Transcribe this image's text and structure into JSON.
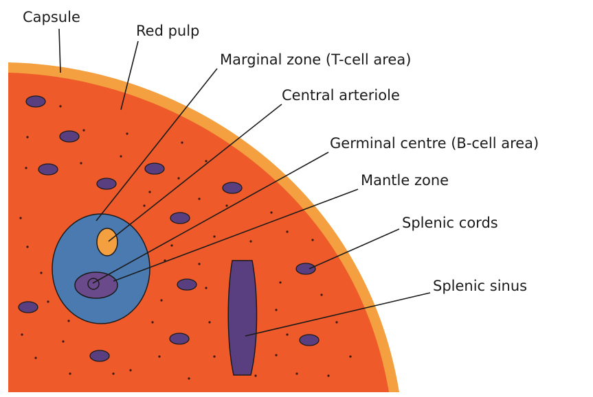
{
  "labels": {
    "capsule": "Capsule",
    "red_pulp": "Red pulp",
    "marginal_zone": "Marginal zone (T-cell area)",
    "central_arteriole": "Central arteriole",
    "germinal_centre": "Germinal centre (B-cell area)",
    "mantle_zone": "Mantle zone",
    "splenic_cords": "Splenic cords",
    "splenic_sinus": "Splenic sinus"
  },
  "colors": {
    "capsule": "#f4a040",
    "red_pulp": "#ee5a2a",
    "marginal_zone": "#4a7ab0",
    "central_arteriole": "#f4a040",
    "germinal_centre": "#6a4a8a",
    "splenic_cords": "#5a3f80",
    "splenic_sinus": "#5a3f80",
    "outline": "#1a1a1a"
  }
}
